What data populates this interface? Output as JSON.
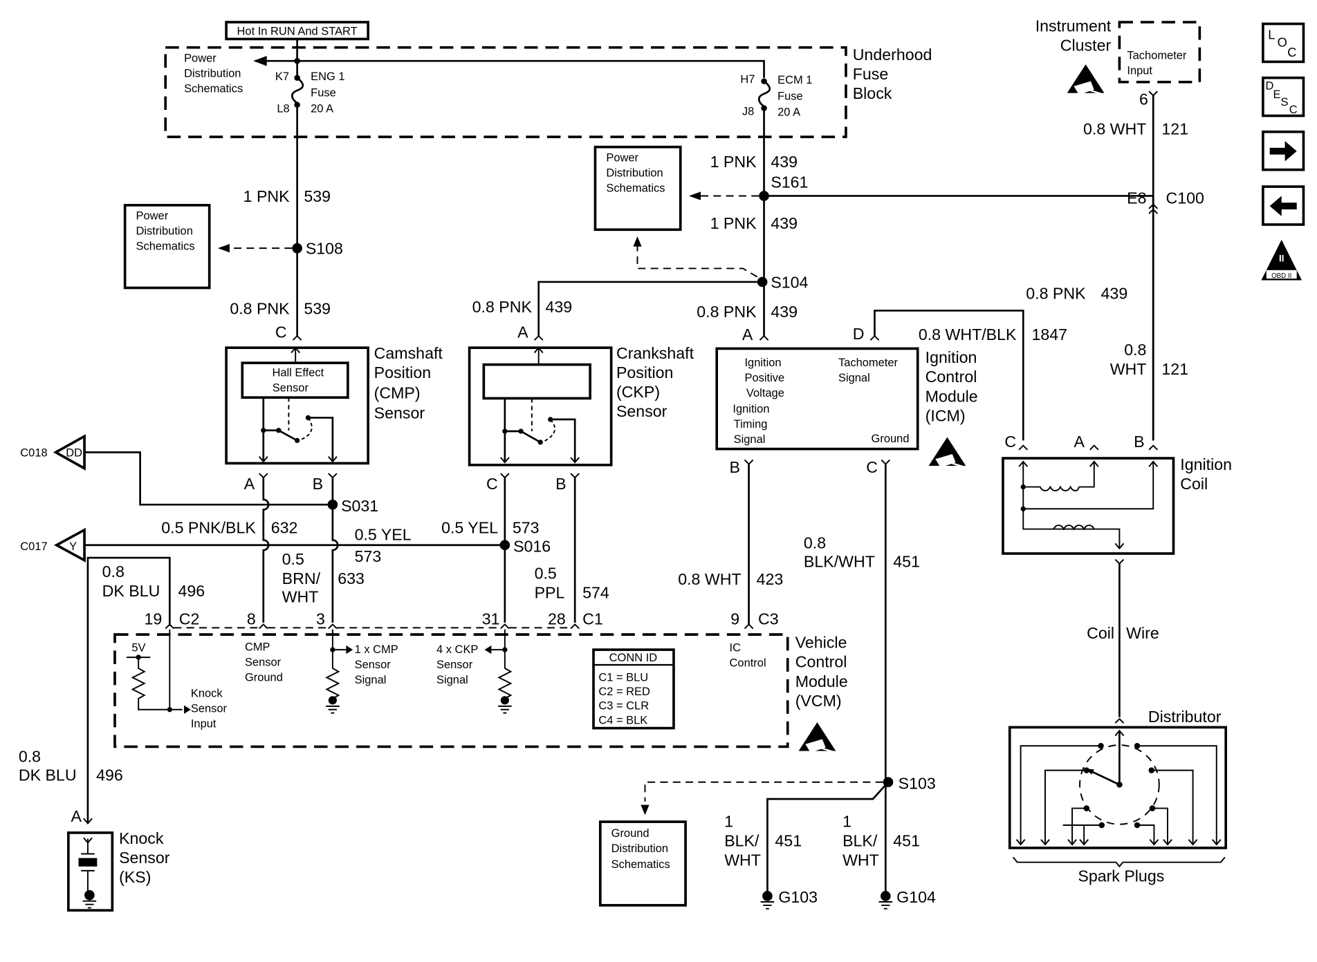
{
  "title_tag": "Hot In RUN And START",
  "fuse_block": {
    "name_lines": [
      "Underhood",
      "Fuse",
      "Block"
    ],
    "pds_lines": [
      "Power",
      "Distribution",
      "Schematics"
    ],
    "eng_fuse": {
      "top": "K7",
      "bottom": "L8",
      "lines": [
        "ENG 1",
        "Fuse",
        "20 A"
      ]
    },
    "ecm_fuse": {
      "top": "H7",
      "bottom": "J8",
      "lines": [
        "ECM 1",
        "Fuse",
        "20 A"
      ]
    }
  },
  "pds_ref": [
    "Power",
    "Distribution",
    "Schematics"
  ],
  "gds_ref": [
    "Ground",
    "Distribution",
    "Schematics"
  ],
  "wires": {
    "w539_upper": {
      "gauge": "1 PNK",
      "circuit": "539"
    },
    "w539_lower": {
      "gauge": "0.8 PNK",
      "circuit": "539"
    },
    "w439_a": {
      "gauge": "1 PNK",
      "circuit": "439"
    },
    "w439_b": {
      "gauge": "1 PNK",
      "circuit": "439"
    },
    "w439_icm": {
      "gauge": "0.8 PNK",
      "circuit": "439"
    },
    "w439_ckp": {
      "gauge": "0.8 PNK",
      "circuit": "439"
    },
    "w439_coil": {
      "gauge": "0.8 PNK",
      "circuit": "439"
    },
    "w1847": {
      "gauge": "0.8 WHT/BLK",
      "circuit": "1847"
    },
    "w121_top": {
      "gauge": "0.8 WHT",
      "circuit": "121"
    },
    "w121_bot": {
      "gauge_lines": [
        "0.8",
        "WHT"
      ],
      "circuit": "121"
    },
    "w632": {
      "gauge": "0.5 PNK/BLK",
      "circuit": "632"
    },
    "w573_left": {
      "gauge": "0.5 YEL",
      "circuit": "573"
    },
    "w573_right": {
      "gauge": "0.5 YEL",
      "circuit": "573"
    },
    "w633": {
      "gauge_lines": [
        "0.5",
        "BRN/",
        "WHT"
      ],
      "circuit": "633"
    },
    "w574": {
      "gauge_lines": [
        "0.5",
        "PPL"
      ],
      "circuit": "574"
    },
    "w496_top": {
      "gauge_lines": [
        "0.8",
        "DK BLU"
      ],
      "circuit": "496"
    },
    "w496_bot": {
      "gauge_lines": [
        "0.8",
        "DK BLU"
      ],
      "circuit": "496"
    },
    "w423": {
      "gauge": "0.8 WHT",
      "circuit": "423"
    },
    "w451_main": {
      "gauge_lines": [
        "0.8",
        "BLK/WHT"
      ],
      "circuit": "451"
    },
    "w451_g103": {
      "gauge_lines": [
        "1",
        "BLK/",
        "WHT"
      ],
      "circuit": "451"
    },
    "w451_g104": {
      "gauge_lines": [
        "1",
        "BLK/",
        "WHT"
      ],
      "circuit": "451"
    },
    "coil_wire": [
      "Coil",
      "Wire"
    ]
  },
  "splices": [
    "S108",
    "S161",
    "S104",
    "S031",
    "S016",
    "S103"
  ],
  "grounds": [
    "G103",
    "G104"
  ],
  "connectors": {
    "c100": {
      "pin": "E8",
      "name": "C100"
    },
    "cluster_pin": "6",
    "c018": {
      "name": "C018",
      "pin": "DD"
    },
    "c017": {
      "name": "C017",
      "pin": "Y"
    },
    "vcm_c2": {
      "pin": "19",
      "name": "C2"
    },
    "vcm_8": "8",
    "vcm_3": "3",
    "vcm_31": "31",
    "vcm_c1": {
      "pin": "28",
      "name": "C1"
    },
    "vcm_c3": {
      "pin": "9",
      "name": "C3"
    }
  },
  "cmp_sensor": {
    "name_lines": [
      "Camshaft",
      "Position",
      "(CMP)",
      "Sensor"
    ],
    "inner_lines": [
      "Hall Effect",
      "Sensor"
    ],
    "pins": {
      "top": "C",
      "a": "A",
      "b": "B"
    }
  },
  "ckp_sensor": {
    "name_lines": [
      "Crankshaft",
      "Position",
      "(CKP)",
      "Sensor"
    ],
    "pins": {
      "top": "A",
      "c": "C",
      "b": "B"
    }
  },
  "icm": {
    "name_lines": [
      "Ignition",
      "Control",
      "Module",
      "(ICM)"
    ],
    "ipv_lines": [
      "Ignition",
      "Positive",
      "Voltage"
    ],
    "its_lines": [
      "Ignition",
      "Timing",
      "Signal"
    ],
    "tach_lines": [
      "Tachometer",
      "Signal"
    ],
    "ground": "Ground",
    "pins": {
      "a": "A",
      "d": "D",
      "b": "B",
      "c": "C"
    }
  },
  "cluster": {
    "name_lines": [
      "Instrument",
      "Cluster"
    ],
    "inner_lines": [
      "Tachometer",
      "Input"
    ]
  },
  "coil": {
    "name_lines": [
      "Ignition",
      "Coil"
    ],
    "pins": {
      "c": "C",
      "a": "A",
      "b": "B"
    }
  },
  "distributor": {
    "name": "Distributor",
    "plugs": "Spark Plugs"
  },
  "vcm": {
    "name_lines": [
      "Vehicle",
      "Control",
      "Module",
      "(VCM)"
    ],
    "v5": "5V",
    "knock_lines": [
      "Knock",
      "Sensor",
      "Input"
    ],
    "cmp_gnd_lines": [
      "CMP",
      "Sensor",
      "Ground"
    ],
    "cmp_sig_lines": [
      "1 x CMP",
      "Sensor",
      "Signal"
    ],
    "ckp_sig_lines": [
      "4 x CKP",
      "Sensor",
      "Signal"
    ],
    "ic_lines": [
      "IC",
      "Control"
    ],
    "conn_id": {
      "title": "CONN ID",
      "rows": [
        "C1 = BLU",
        "C2 = RED",
        "C3 = CLR",
        "C4 = BLK"
      ]
    }
  },
  "knock_sensor": {
    "pin": "A",
    "name_lines": [
      "Knock",
      "Sensor",
      "(KS)"
    ]
  },
  "nav": {
    "loc": {
      "l1": "L",
      "l2": "O",
      "l3": "C"
    },
    "desc": {
      "l1": "D",
      "l2": "E",
      "l3": "S",
      "l4": "C"
    },
    "obd": {
      "roman": "II",
      "label": "OBD II"
    }
  }
}
